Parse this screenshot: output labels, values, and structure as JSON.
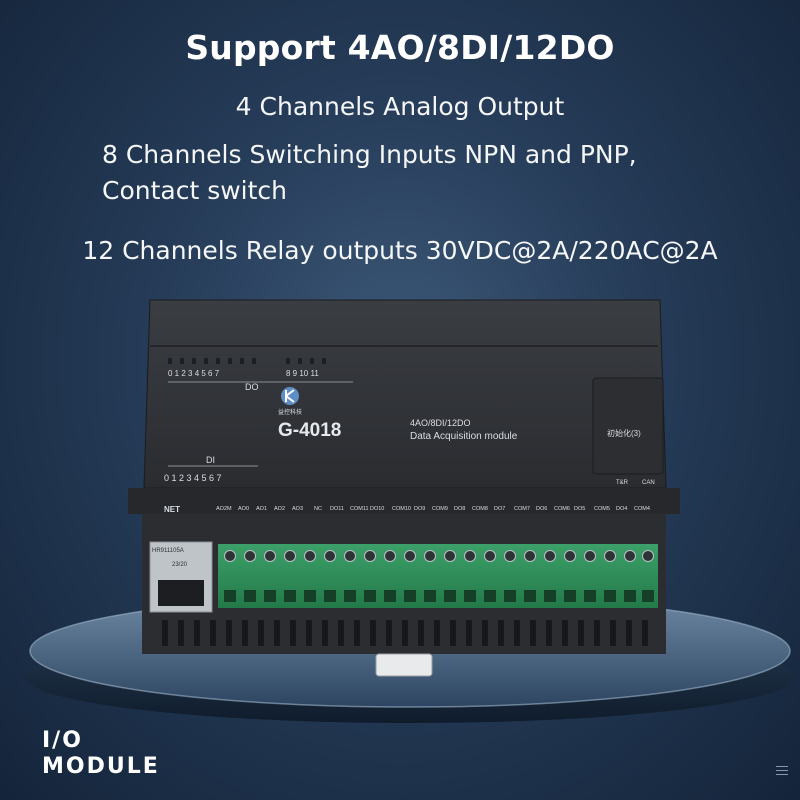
{
  "headline": "Support 4AO/8DI/12DO",
  "features": [
    "4 Channels Analog Output",
    "8 Channels Switching Inputs NPN and PNP,",
    "Contact switch",
    "12 Channels Relay outputs 30VDC@2A/220AC@2A"
  ],
  "device": {
    "model": "G-4018",
    "spec": "4AO/8DI/12DO",
    "subtitle": "Data Acquisition module",
    "brand_small": "益控科技",
    "do_label": "DO",
    "do_numbers_a": "0 1 2 3 4 5 6 7",
    "do_numbers_b": "8 9 10 11",
    "di_label": "DI",
    "di_numbers": "0 1 2 3 4 5 6 7",
    "init_label": "初始化(3)",
    "txr_label": "T&R",
    "can_label": "CAN",
    "net_label": "NET",
    "port_label": "HR911105A",
    "port_code": "23/20",
    "terminals": [
      "AO2M",
      "AO0",
      "AO1",
      "AO2",
      "AO3",
      "NC",
      "DO11",
      "COM11",
      "DO10",
      "COM10",
      "DO9",
      "COM9",
      "DO8",
      "COM8",
      "DO7",
      "COM7",
      "DO6",
      "COM6",
      "DO5",
      "COM5",
      "DO4",
      "COM4"
    ]
  },
  "footer": {
    "line1": "I/O",
    "line2": "MODULE"
  },
  "icons": [
    "menu-icon"
  ]
}
